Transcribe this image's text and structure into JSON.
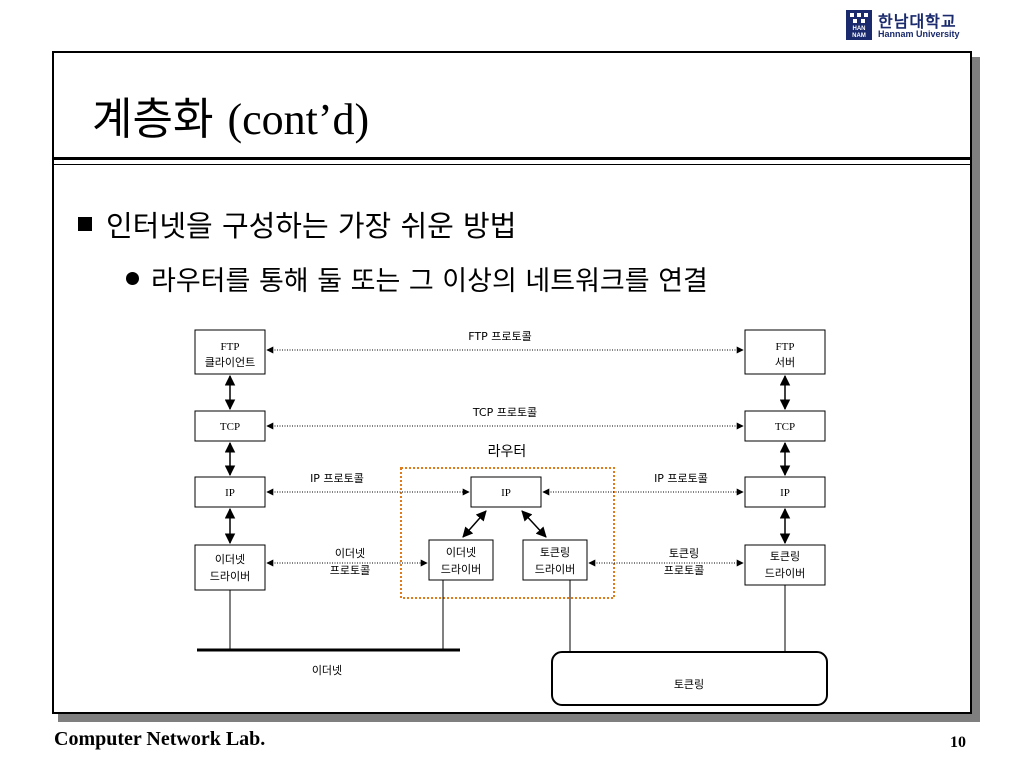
{
  "header": {
    "logo_mark_text": "HAN NAM",
    "logo_korean": "한남대학교",
    "logo_english": "Hannam University"
  },
  "slide": {
    "title_korean": "계층화",
    "title_english": "(cont’d)",
    "bullet_level1": "인터넷을 구성하는 가장 쉬운 방법",
    "bullet_level2": "라우터를 통해  둘 또는 그 이상의 네트워크를 연결"
  },
  "diagram": {
    "left_host": {
      "ftp_line1": "FTP",
      "ftp_line2": "클라이언트",
      "tcp": "TCP",
      "ip": "IP",
      "driver_line1": "이더넷",
      "driver_line2": "드라이버"
    },
    "right_host": {
      "ftp_line1": "FTP",
      "ftp_line2": "서버",
      "tcp": "TCP",
      "ip": "IP",
      "driver_line1": "토큰링",
      "driver_line2": "드라이버"
    },
    "router": {
      "label": "라우터",
      "ip": "IP",
      "eth_driver_line1": "이더넷",
      "eth_driver_line2": "드라이버",
      "tr_driver_line1": "토큰링",
      "tr_driver_line2": "드라이버"
    },
    "protocols": {
      "ftp": "FTP 프로토콜",
      "tcp": "TCP 프로토콜",
      "ip_left": "IP 프로토콜",
      "ip_right": "IP 프로토콜",
      "eth_line1": "이더넷",
      "eth_line2": "프로토콜",
      "tr_line1": "토큰링",
      "tr_line2": "프로토콜"
    },
    "networks": {
      "ethernet": "이더넷",
      "token_ring": "토큰링"
    },
    "colors": {
      "router_border": "#e07b1a"
    }
  },
  "footer": {
    "lab_name": "Computer Network Lab.",
    "page_number": "10"
  }
}
